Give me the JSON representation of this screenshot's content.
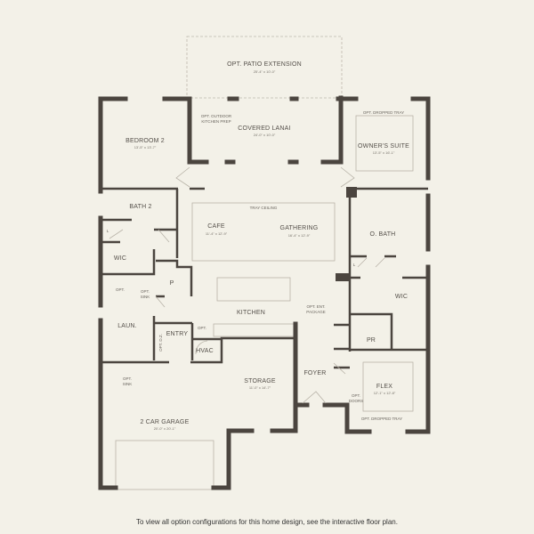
{
  "rooms": {
    "patio": {
      "name": "OPT. PATIO EXTENSION",
      "dim": "25'-4\" x 10'-0\""
    },
    "bedroom2": {
      "name": "BEDROOM 2",
      "dim": "13'-5\" x 13'-7\""
    },
    "outdoor_kitchen": {
      "line1": "OPT. OUTDOOR",
      "line2": "KITCHEN PREP"
    },
    "lanai": {
      "name": "COVERED LANAI",
      "dim": "24'-0\" x 10'-0\""
    },
    "owner_tray": "OPT. DROPPED TRAY",
    "owners_suite": {
      "name": "OWNER'S SUITE",
      "dim": "13'-5\" x 16'-1\""
    },
    "bath2": "BATH 2",
    "tray_ceiling": "TRAY CEILING",
    "cafe": {
      "name": "CAFE",
      "dim": "11'-4\" x 12'-9\""
    },
    "gathering": {
      "name": "GATHERING",
      "dim": "16'-4\" x 12'-9\""
    },
    "obath": "O. BATH",
    "linen1": "L",
    "wic1": "WIC",
    "pantry": "P",
    "opt1": "OPT.",
    "opt_sink1": {
      "line1": "OPT.",
      "line2": "SINK"
    },
    "kitchen": "KITCHEN",
    "ent_package": {
      "line1": "OPT. ENT.",
      "line2": "PACKAGE"
    },
    "linen2": "L",
    "wic2": "WIC",
    "laundry": "LAUN.",
    "entry": "ENTRY",
    "opt2": "OPT.",
    "opt_dz": "OPT. D.Z.",
    "hvac": "HVAC",
    "powder": "PR",
    "foyer": "FOYER",
    "storage": {
      "name": "STORAGE",
      "dim": "11'-0\" x 14'-7\""
    },
    "flex": {
      "name": "FLEX",
      "dim": "12'-1\" x 12'-8\""
    },
    "opt_sink2": {
      "line1": "OPT.",
      "line2": "SINK"
    },
    "opt_doors": {
      "line1": "OPT.",
      "line2": "DOORS"
    },
    "flex_tray": "OPT. DROPPED TRAY",
    "garage": {
      "name": "2 CAR GARAGE",
      "dim": "20'-0\" x 20'-1\""
    }
  },
  "footer": "To view all option configurations for this home design, see the interactive floor plan.",
  "colors": {
    "background": "#f3f1e8",
    "wall": "#4b453f"
  }
}
